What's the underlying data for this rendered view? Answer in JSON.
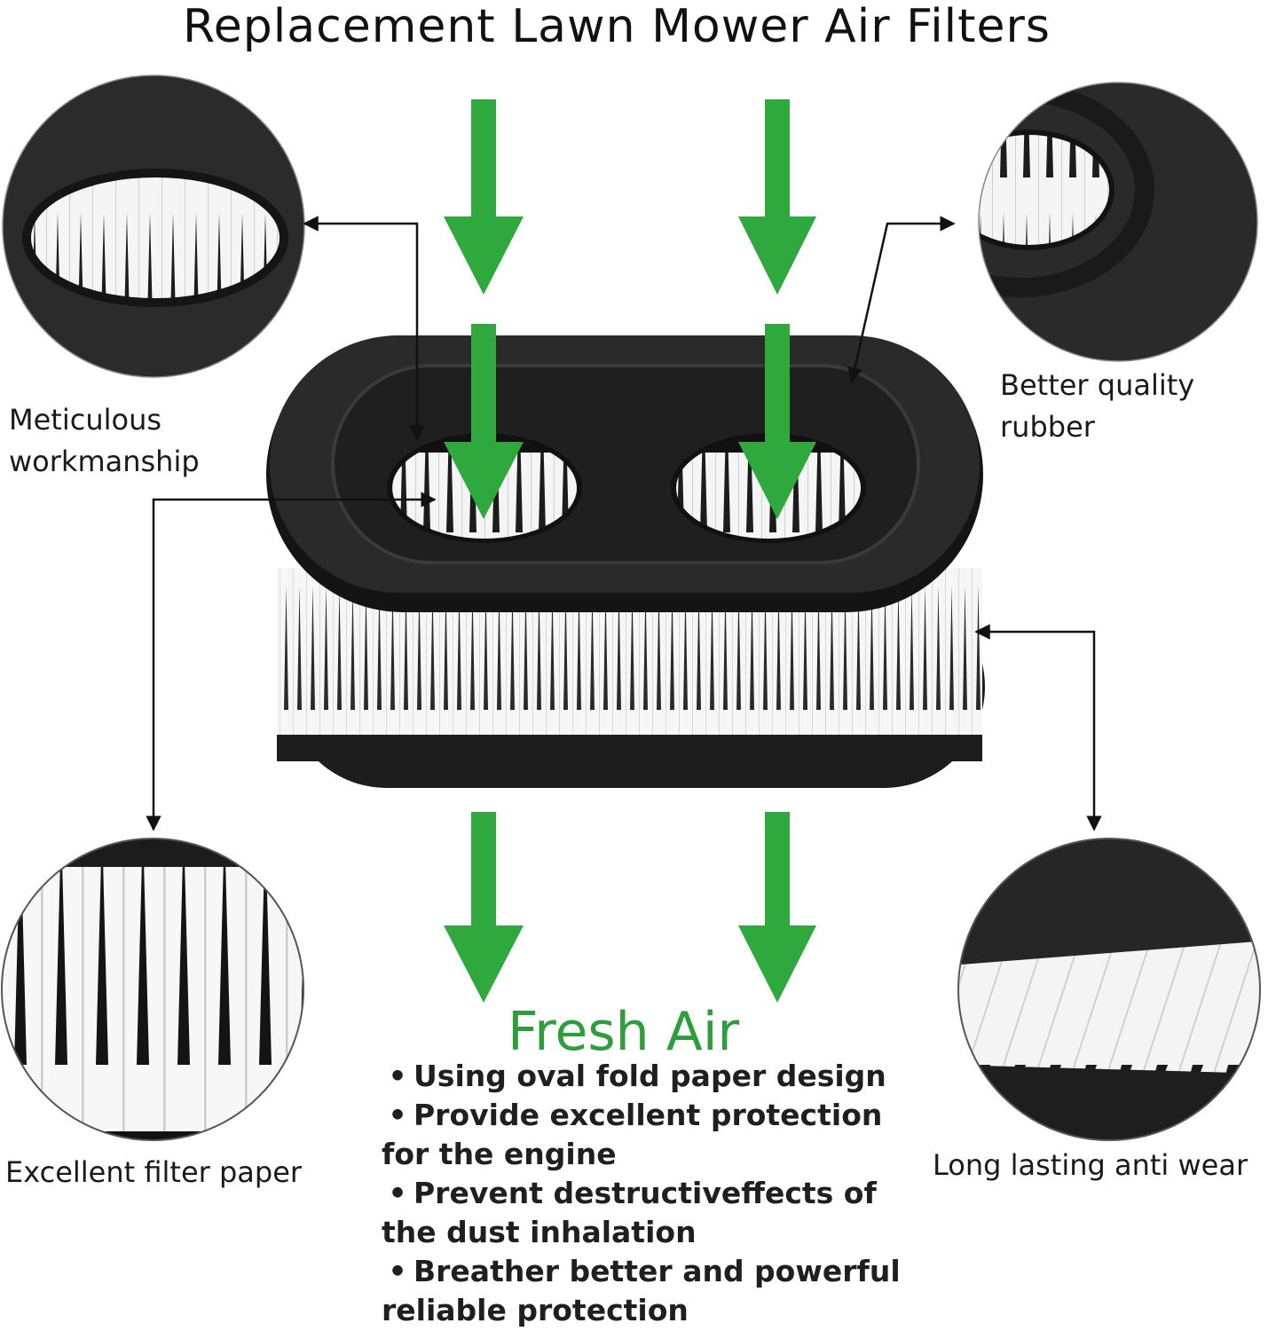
{
  "title": "Replacement Lawn Mower Air Filters",
  "callouts": {
    "meticulous": [
      "Meticulous",
      "workmanship"
    ],
    "rubber": [
      "Better quality",
      "rubber"
    ],
    "paper": "Excellent filter paper",
    "wear": "Long lasting anti wear"
  },
  "fresh_air": "Fresh Air",
  "features": [
    {
      "bullet": "•",
      "lines": [
        "Using oval fold paper design"
      ]
    },
    {
      "bullet": "•",
      "lines": [
        "Provide excellent protection",
        "for the engine"
      ]
    },
    {
      "bullet": "•",
      "lines": [
        "Prevent destructiveffects of",
        "the dust inhalation"
      ]
    },
    {
      "bullet": "•",
      "lines": [
        "Breather better and powerful",
        "reliable protection"
      ]
    }
  ],
  "colors": {
    "arrow_green": "#2fa83d",
    "rubber": "#1e1e1e",
    "paper": "#f4f4f4",
    "fresh_air_text": "#2e9e3c"
  }
}
